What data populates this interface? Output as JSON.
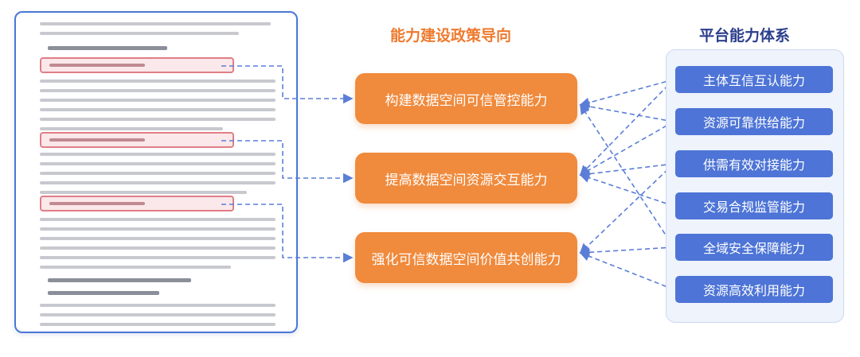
{
  "titles": {
    "policy": "能力建设政策导向",
    "system": "平台能力体系"
  },
  "policies": [
    "构建数据空间可信管控能力",
    "提高数据空间资源交互能力",
    "强化可信数据空间价值共创能力"
  ],
  "capabilities": [
    "主体互信互认能力",
    "资源可靠供给能力",
    "供需有效对接能力",
    "交易合规监管能力",
    "全域安全保障能力",
    "资源高效利用能力"
  ],
  "colors": {
    "policy_fill": "#f08a3c",
    "capability_fill": "#4d74d6",
    "document_border": "#4a78d6",
    "highlight_border": "#e07e86",
    "connector": "#5b7ed8"
  }
}
